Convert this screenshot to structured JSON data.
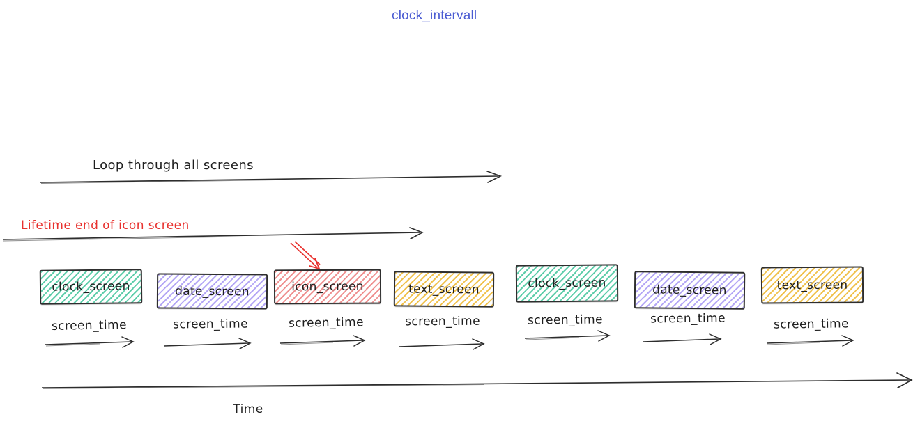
{
  "title": {
    "text": "clock_intervall",
    "color": "#4a5bd2"
  },
  "arrows": {
    "loop": {
      "label": "Loop through all screens"
    },
    "lifetime": {
      "label": "Lifetime end of icon screen",
      "color": "#e8312e"
    },
    "time": {
      "label": "Time"
    },
    "screen_time_label": "screen_time"
  },
  "screens": [
    {
      "label": "clock_screen",
      "fill": "#5ecdaa"
    },
    {
      "label": "date_screen",
      "fill": "#b4a7f5"
    },
    {
      "label": "icon_screen",
      "fill": "#ef9191"
    },
    {
      "label": "text_screen",
      "fill": "#f0c24e"
    },
    {
      "label": "clock_screen",
      "fill": "#5ecdaa"
    },
    {
      "label": "date_screen",
      "fill": "#b4a7f5"
    },
    {
      "label": "text_screen",
      "fill": "#f0c24e"
    }
  ],
  "palette": {
    "stroke": "#2d2d2d",
    "box_border": "#2e2e2e",
    "pointer_red": "#e8312e"
  }
}
